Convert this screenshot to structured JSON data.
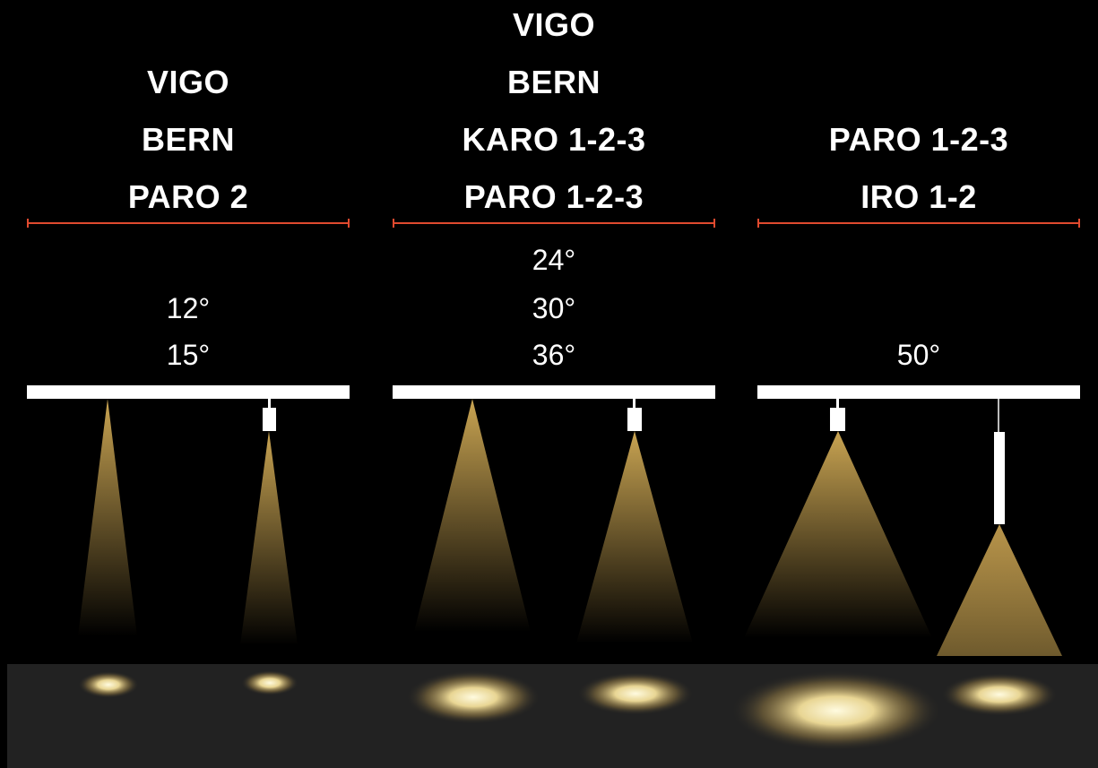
{
  "groups": [
    {
      "models": [
        "VIGO",
        "BERN",
        "PARO 2"
      ],
      "angles": [
        "12°",
        "15°"
      ]
    },
    {
      "models": [
        "VIGO",
        "BERN",
        "KARO 1-2-3",
        "PARO 1-2-3"
      ],
      "angles": [
        "24°",
        "30°",
        "36°"
      ]
    },
    {
      "models": [
        "PARO 1-2-3",
        "IRO 1-2"
      ],
      "angles": [
        "50°"
      ]
    }
  ],
  "colors": {
    "background": "#000000",
    "rule": "#e04a2f",
    "beam": "#c9a452",
    "spot": "#fff6c8",
    "floor": "#222222"
  }
}
